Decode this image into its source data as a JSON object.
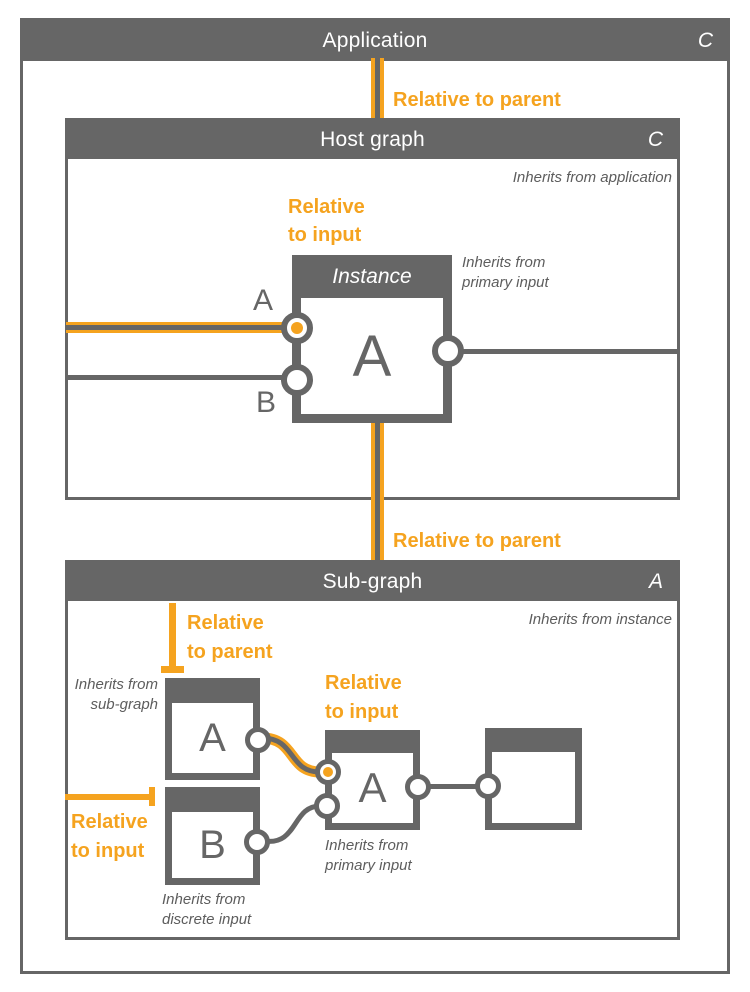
{
  "palette": {
    "gray": "#666666",
    "orange": "#F5A31F",
    "white": "#ffffff"
  },
  "application": {
    "title": "Application",
    "context": "C"
  },
  "connector_app_to_host": {
    "label": "Relative to parent"
  },
  "host_graph": {
    "title": "Host graph",
    "context": "C",
    "inherits_note": "Inherits from application",
    "relative_to_input_label": "Relative\nto input",
    "input_a_label": "A",
    "input_b_label": "B",
    "instance": {
      "title": "Instance",
      "letter": "A",
      "inherits_note": "Inherits from\nprimary input"
    }
  },
  "connector_host_to_sub": {
    "label": "Relative to parent"
  },
  "sub_graph": {
    "title": "Sub-graph",
    "context": "A",
    "inherits_note": "Inherits from instance",
    "relative_to_parent_label": "Relative\nto parent",
    "node_a": {
      "letter": "A",
      "note": "Inherits from\nsub-graph"
    },
    "node_b": {
      "letter": "B",
      "note": "Inherits from\ndiscrete input"
    },
    "relative_to_input_left_label": "Relative\nto input",
    "node_mid": {
      "letter": "A",
      "label": "Relative\nto input",
      "note": "Inherits from\nprimary input"
    },
    "node_right": {}
  }
}
